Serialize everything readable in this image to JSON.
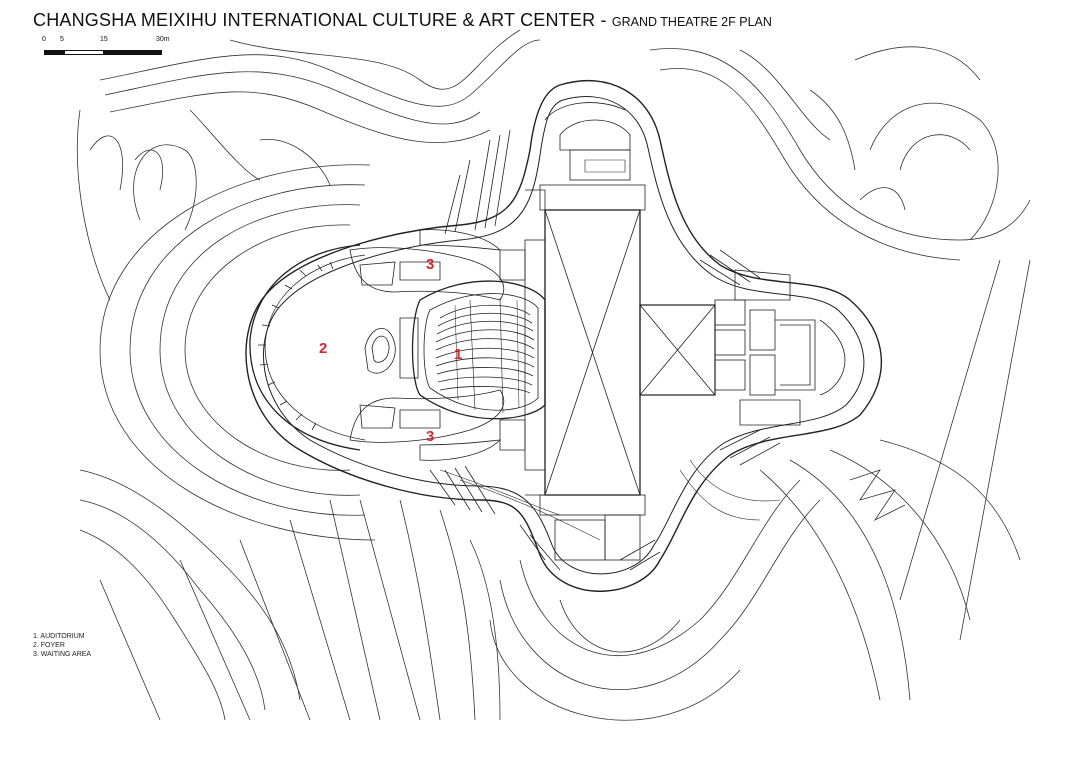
{
  "title": {
    "main": "CHANGSHA MEIXIHU INTERNATIONAL CULTURE & ART CENTER",
    "separator": " - ",
    "sub": "GRAND THEATRE 2F PLAN"
  },
  "scale_bar": {
    "ticks": [
      "0",
      "5",
      "15",
      "30m"
    ]
  },
  "plan_labels": [
    {
      "id": "auditorium",
      "number": "1"
    },
    {
      "id": "foyer",
      "number": "2"
    },
    {
      "id": "waiting-area-north",
      "number": "3"
    },
    {
      "id": "waiting-area-south",
      "number": "3"
    }
  ],
  "legend": [
    "1. AUDITORIUM",
    "2. FOYER",
    "3. WAITING AREA"
  ],
  "colors": {
    "linework": "#222222",
    "label_red": "#d8262c",
    "background": "#ffffff"
  }
}
